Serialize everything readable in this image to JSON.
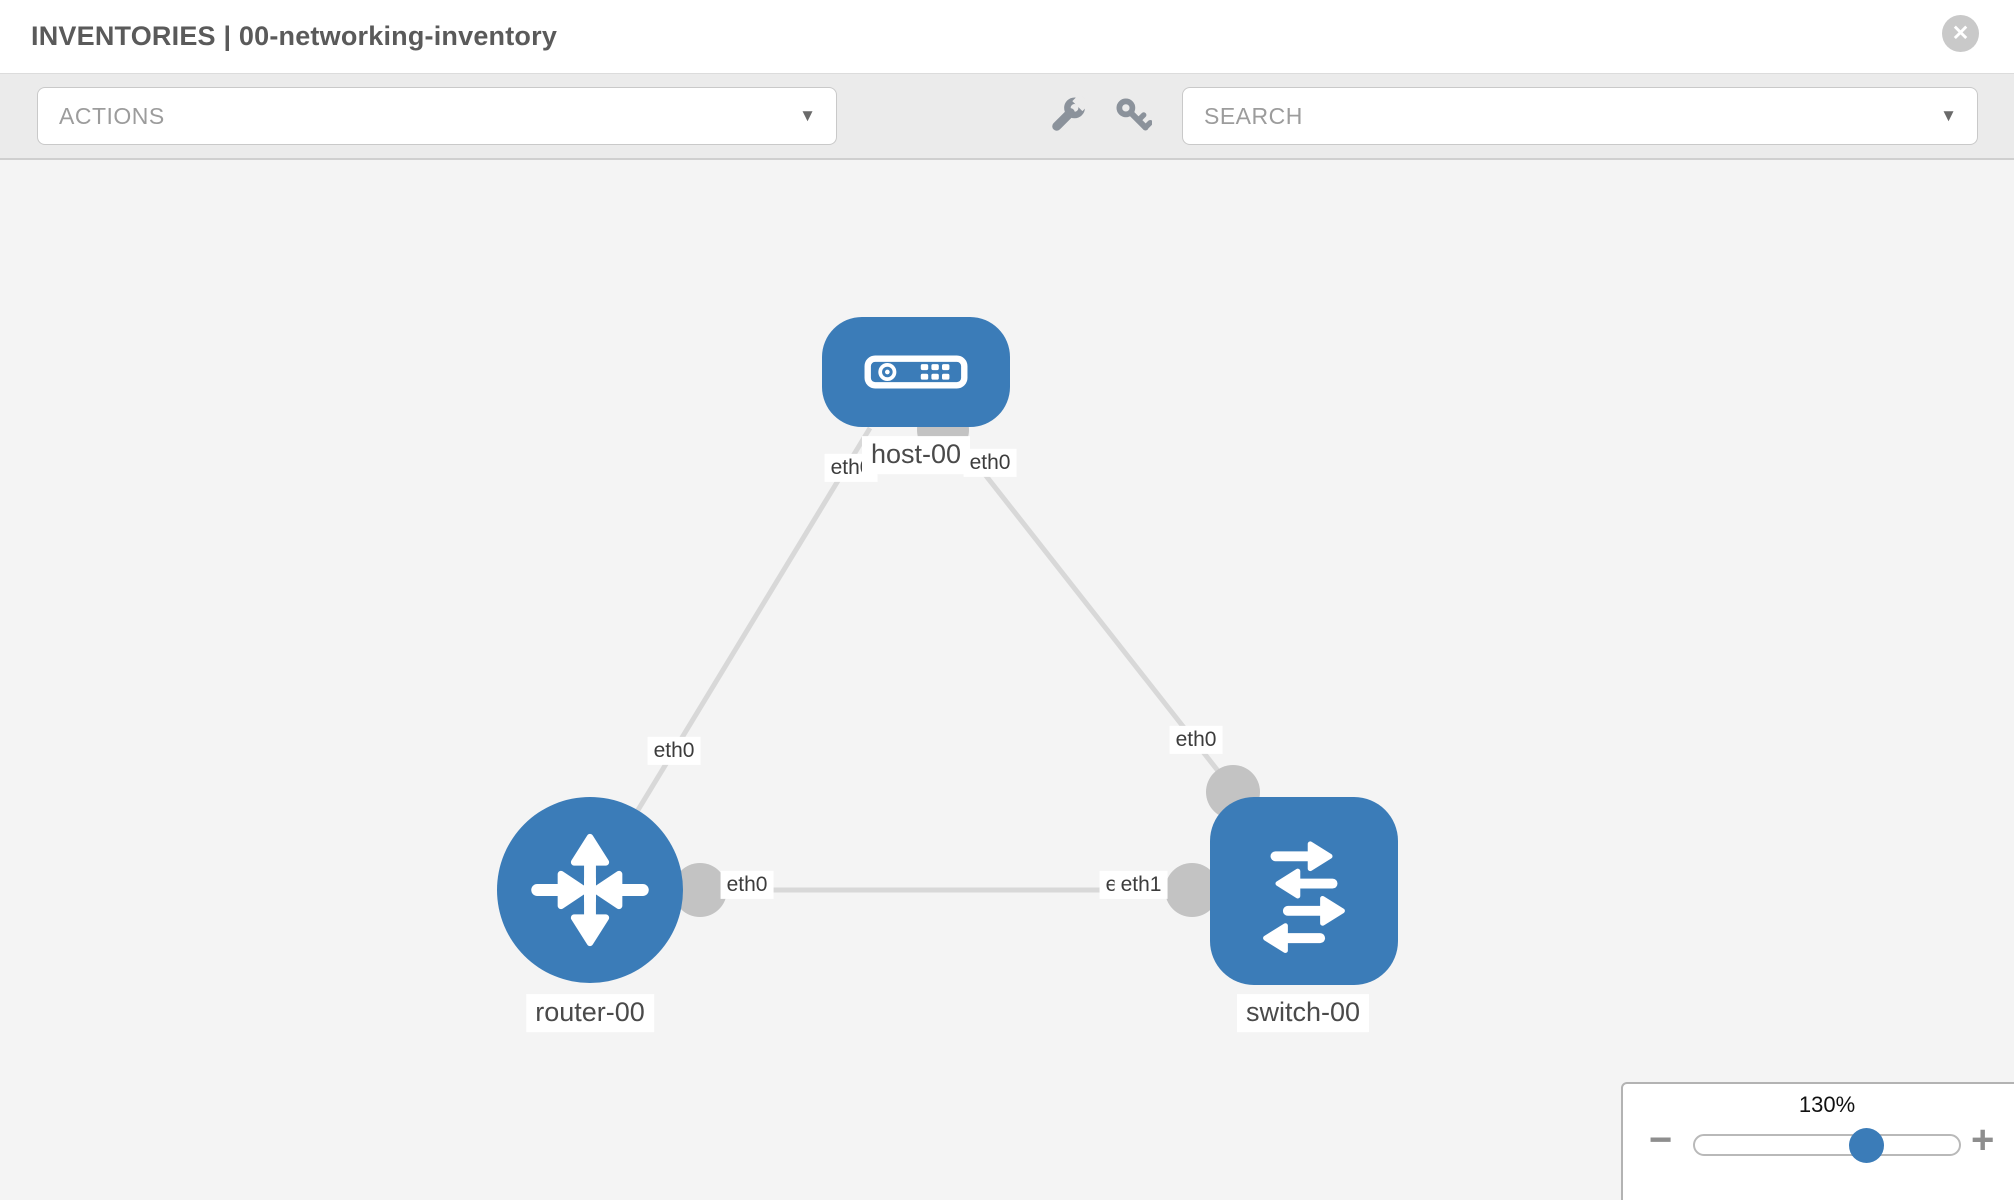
{
  "header": {
    "title": "INVENTORIES | 00-networking-inventory"
  },
  "toolbar": {
    "actions_label": "ACTIONS",
    "search_label": "SEARCH",
    "icon_names": [
      "wrench-icon",
      "key-icon"
    ]
  },
  "icons": {
    "close": "✕",
    "caret": "▼",
    "minus": "−",
    "plus": "+"
  },
  "colors": {
    "node_blue": "#3b7cb8",
    "link_gray": "#d8d8d8",
    "connector_gray": "#c3c3c3",
    "toolbar_bg": "#ebebeb",
    "canvas_bg": "#f4f4f4"
  },
  "topology": {
    "nodes": [
      {
        "id": "host-00",
        "type": "host",
        "label": "host-00"
      },
      {
        "id": "router-00",
        "type": "router",
        "label": "router-00"
      },
      {
        "id": "switch-00",
        "type": "switch",
        "label": "switch-00"
      }
    ],
    "links": [
      {
        "from": "host-00",
        "to": "router-00"
      },
      {
        "from": "host-00",
        "to": "switch-00"
      },
      {
        "from": "router-00",
        "to": "switch-00"
      }
    ],
    "interface_labels": {
      "host_router_host_side": "eth0",
      "host_router_mid": "eth0",
      "host_switch_host_side": "eth0",
      "host_switch_mid": "eth0",
      "router_switch_router_side": "eth0",
      "router_switch_switch_side_back": "eth1",
      "router_switch_switch_side_front": "eth1"
    }
  },
  "zoom_control": {
    "percent": "130%",
    "value": 130
  }
}
